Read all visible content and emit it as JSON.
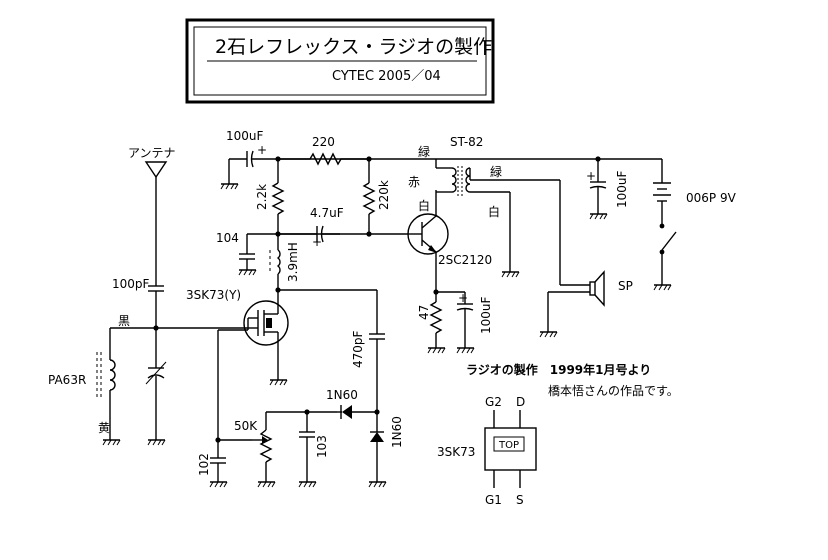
{
  "header": {
    "title": "2石レフレックス・ラジオの製作",
    "subtitle": "CYTEC  2005／04"
  },
  "labels": {
    "antenna": "アンテナ",
    "c100uF_top": "100uF",
    "r220": "220",
    "st82": "ST-82",
    "green1": "緑",
    "green2": "緑",
    "red": "赤",
    "white1": "白",
    "white2": "白",
    "c100uF_right": "100uF",
    "battery": "006P 9V",
    "r22k": "2.2k",
    "r220k": "220k",
    "c47uF": "4.7uF",
    "c104": "104",
    "l39mH": "3.9mH",
    "tr2sc2120": "2SC2120",
    "c100pF": "100pF",
    "fet3sk73y": "3SK73(Y)",
    "black": "黒",
    "pa63r": "PA63R",
    "yellow": "黄",
    "c470pF": "470pF",
    "r47": "47",
    "c100uF_emitter": "100uF",
    "sp": "SP",
    "d1n60_a": "1N60",
    "d1n60_b": "1N60",
    "vr50k": "50K",
    "c102": "102",
    "c103": "103",
    "note_title": "ラジオの製作　1999年1月号より",
    "note_author": "橋本悟さんの作品です。",
    "pin_g2": "G2",
    "pin_d": "D",
    "pin_g1": "G1",
    "pin_s": "S",
    "pkg_top": "TOP",
    "pkg_name": "3SK73"
  }
}
